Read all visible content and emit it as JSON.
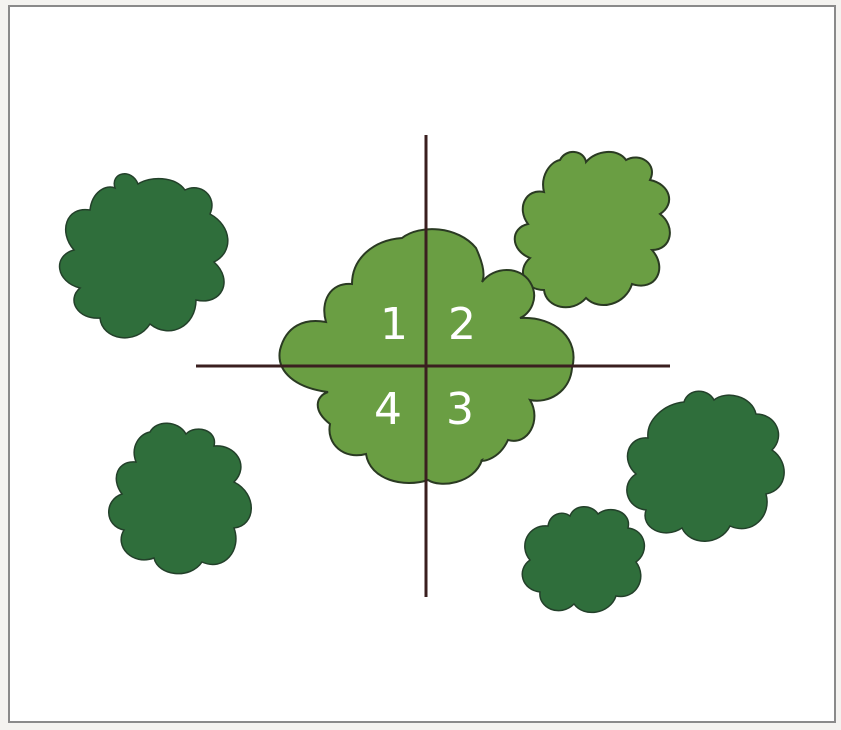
{
  "diagram": {
    "quadrant_labels": {
      "q1": "1",
      "q2": "2",
      "q3": "3",
      "q4": "4"
    },
    "colors": {
      "background": "#ffffff",
      "border": "#8a8a8a",
      "dark_shrub": "#2f6e3b",
      "light_shrub": "#6a9e43",
      "shrub_outline": "#2a3a22",
      "crosshair": "#3a1f1f",
      "label": "#ffffff"
    },
    "shrubs": [
      {
        "name": "dark-shrub-top-left",
        "tone": "dark"
      },
      {
        "name": "dark-shrub-bottom-left",
        "tone": "dark"
      },
      {
        "name": "light-shrub-center",
        "tone": "light"
      },
      {
        "name": "light-shrub-top-right",
        "tone": "light"
      },
      {
        "name": "dark-shrub-right",
        "tone": "dark"
      },
      {
        "name": "dark-shrub-bottom-right",
        "tone": "dark"
      }
    ]
  }
}
